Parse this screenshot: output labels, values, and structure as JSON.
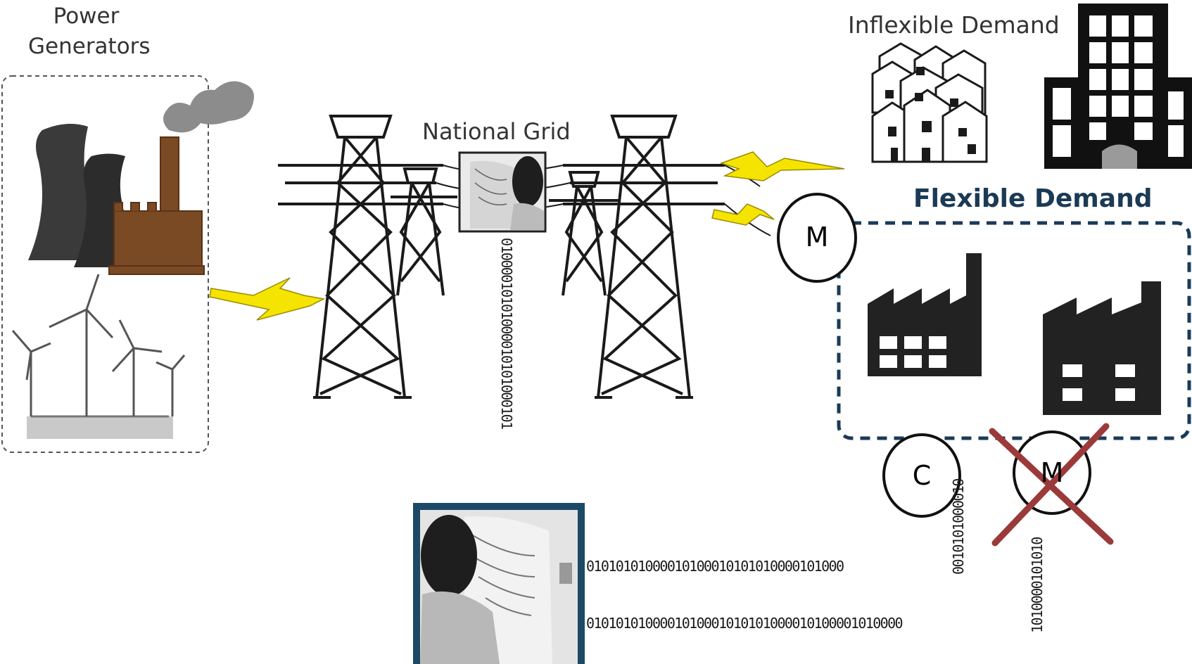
{
  "labels": {
    "power_generators_line1": "Power",
    "power_generators_line2": "Generators",
    "national_grid": "National Grid",
    "inflexible_demand": "Inflexible Demand",
    "flexible_demand": "Flexible Demand"
  },
  "meters": {
    "meter_top": "M",
    "controller": "C",
    "meter_crossed": "M"
  },
  "bitstreams": {
    "grid_vertical": "01000010101000010101000101",
    "right_vertical_a": "0010101000010",
    "right_vertical_b": "1010000101010",
    "horizontal_top": "01010101000010100010101010000101000",
    "horizontal_bottom": "0101010100001010001010101000010100001010000"
  },
  "colors": {
    "lightning": "#f5e400",
    "flexible_demand_text": "#1b3a56",
    "operator_frame": "#1c4a66",
    "cross": "#9b3a3a",
    "factory_chimney_brick": "#7a4a25"
  },
  "icons": [
    "cooling-tower-icon",
    "factory-chimney-icon",
    "wind-turbine-icon",
    "transmission-tower-icon",
    "operator-photo-icon",
    "houses-icon",
    "office-building-icon",
    "factory-icon"
  ]
}
